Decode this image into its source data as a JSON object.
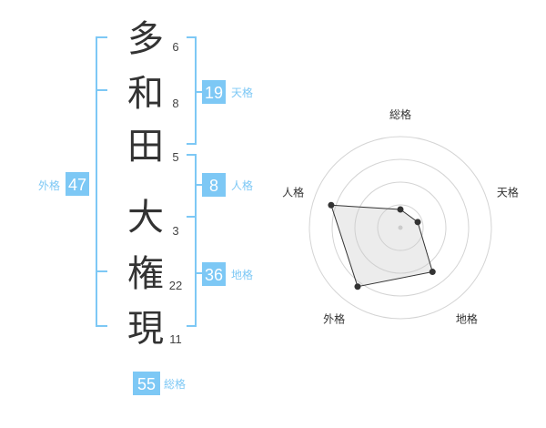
{
  "name": {
    "chars": [
      {
        "char": "多",
        "strokes": "6"
      },
      {
        "char": "和",
        "strokes": "8"
      },
      {
        "char": "田",
        "strokes": "5"
      },
      {
        "char": "大",
        "strokes": "3"
      },
      {
        "char": "権",
        "strokes": "22"
      },
      {
        "char": "現",
        "strokes": "11"
      }
    ]
  },
  "fortunes": {
    "tenkaku": {
      "value": "19",
      "label": "天格"
    },
    "jinkaku": {
      "value": "8",
      "label": "人格"
    },
    "chikaku": {
      "value": "36",
      "label": "地格"
    },
    "gaikaku": {
      "value": "47",
      "label": "外格"
    },
    "soukaku": {
      "value": "55",
      "label": "総格"
    }
  },
  "colors": {
    "accent": "#7dc8f5",
    "text": "#333333",
    "ring": "#d4d4d4"
  },
  "chart_data": {
    "type": "radar",
    "axes": [
      "総格",
      "天格",
      "地格",
      "外格",
      "人格"
    ],
    "max": 5,
    "values": [
      1,
      1,
      3,
      4,
      4
    ],
    "rings": 4
  }
}
